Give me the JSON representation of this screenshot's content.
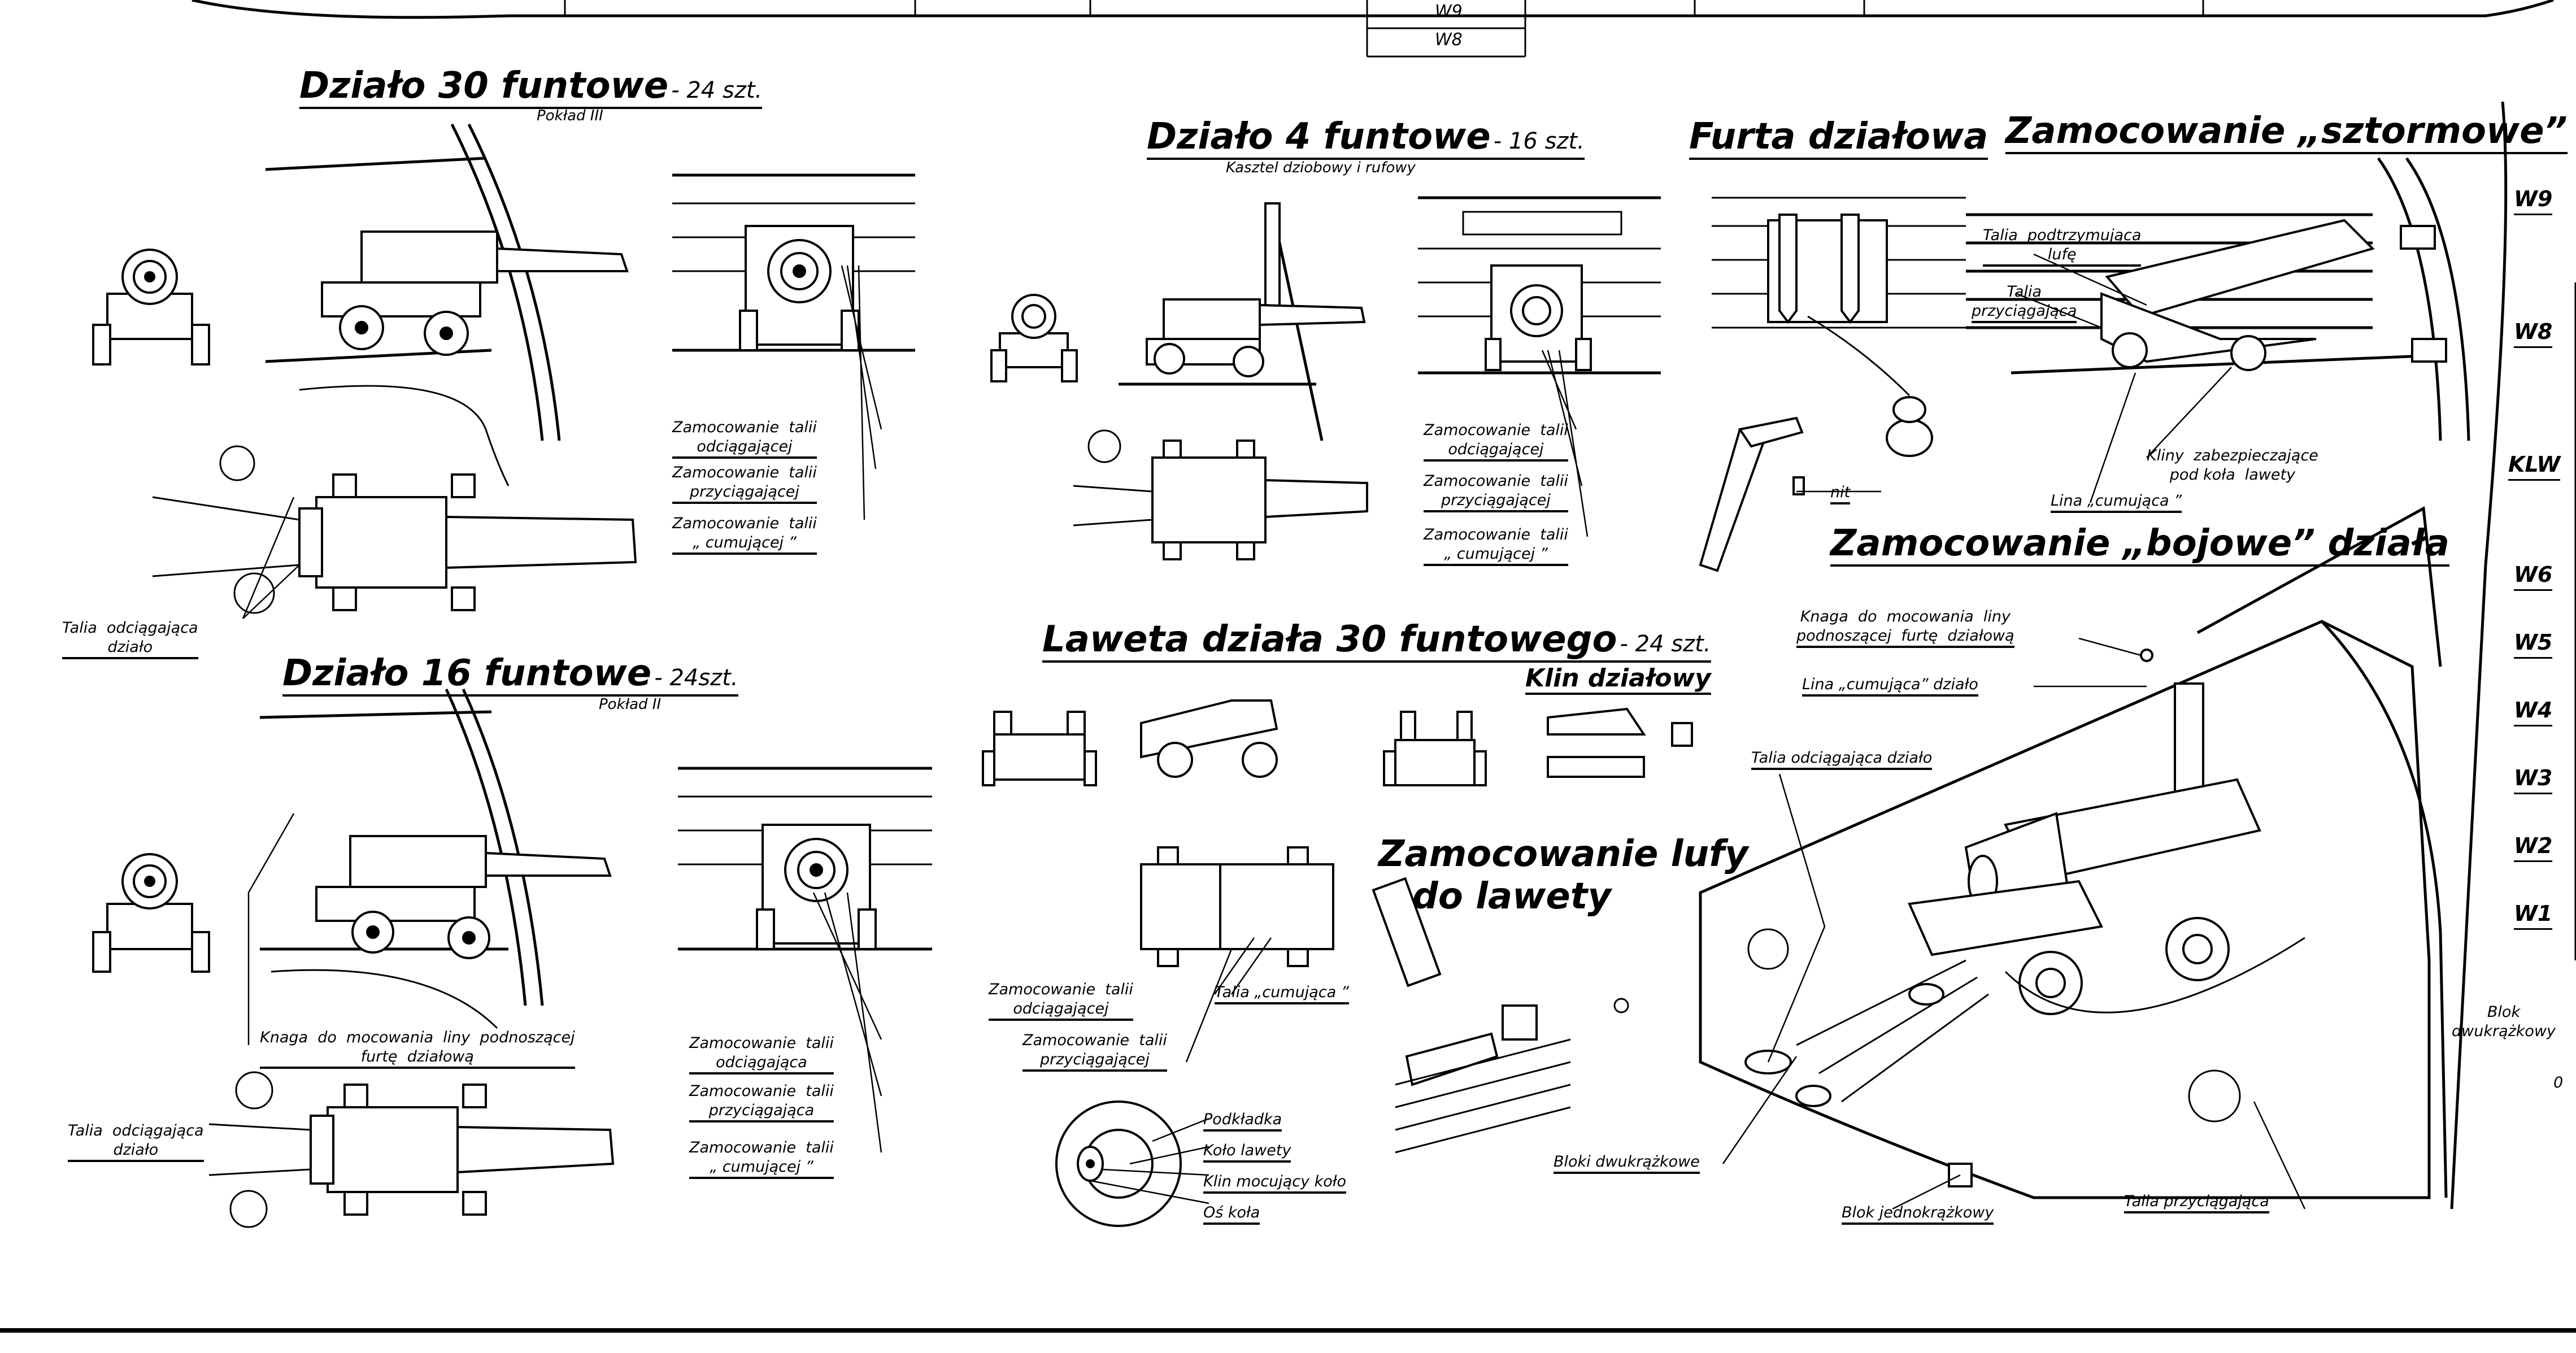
{
  "top_table": {
    "rows": [
      "W9",
      "W8"
    ]
  },
  "sections": {
    "gun30": {
      "title": "Działo  30 funtowe",
      "count": "- 24 szt.",
      "deck": "Pokład III"
    },
    "gun4": {
      "title": "Działo  4 funtowe",
      "count": "- 16 szt.",
      "deck": "Kasztel  dziobowy  i  rufowy"
    },
    "gun16": {
      "title": "Działo  16 funtowe",
      "count": "- 24szt.",
      "deck": "Pokład  II"
    },
    "gunport": {
      "title": "Furta  działowa"
    },
    "storm": {
      "title": "Zamocowanie „sztormowe”"
    },
    "battle": {
      "title": "Zamocowanie „bojowe” działa"
    },
    "carriage": {
      "title": "Laweta  działa  30 funtowego",
      "count": "- 24 szt."
    },
    "wedge": {
      "title": "Klin  działowy"
    },
    "barrel_mount": {
      "title_line1": "Zamocowanie  lufy",
      "title_line2": "do  lawety"
    }
  },
  "labels": {
    "tackle_pull_30": "Zamocowanie  talii\nodciągającej",
    "tackle_haul_30": "Zamocowanie  talii\nprzyciągającej",
    "tackle_brake_30": "Zamocowanie  talii\n„ cumującej ”",
    "tackle_gun_30": "Talia  odciągająca\ndziało",
    "tackle_pull_4": "Zamocowanie  talii\nodciągającej",
    "tackle_haul_4": "Zamocowanie  talii\nprzyciągającej",
    "tackle_brake_4": "Zamocowanie  talii\n„ cumującej ”",
    "cleat_16": "Knaga  do  mocowania  liny  podnoszącej\nfurtę  działową",
    "tackle_pull_16": "Zamocowanie  talii\nodciągająca",
    "tackle_haul_16": "Zamocowanie  talii\nprzyciągająca",
    "tackle_brake_16": "Zamocowanie  talii\n„ cumującej ”",
    "tackle_gun_16": "Talia  odciągająca\ndziało",
    "port_rivet": "nit",
    "storm_support": "Talia  podtrzymująca\nlufę",
    "storm_haul": "Talia\nprzyciągająca",
    "storm_wedges": "Kliny  zabezpieczające\npod koła  lawety",
    "storm_line": "Lina „cumująca ”",
    "battle_cleat": "Knaga  do  mocowania  liny\npodnoszącej  furtę  działową",
    "battle_line": "Lina „cumująca” działo",
    "battle_pull": "Talia  odciągająca  działo",
    "battle_blocks_double": "Bloki  dwukrążkowe",
    "battle_block_single": "Blok  jednokrążkowy",
    "battle_haul": "Talia  przyciągająca",
    "battle_block_double_r": "Blok\ndwukrążkowy",
    "car_pull": "Zamocowanie  talii\nodciągającej",
    "car_haul": "Zamocowanie  talii\nprzyciągającej",
    "car_brake": "Talia „cumująca ”",
    "washer": "Podkładka",
    "wheel": "Koło  lawety",
    "wheel_wedge": "Klin  mocujący  koło",
    "axle": "Oś  koła"
  },
  "waterlines": [
    "W9",
    "W8",
    "KLW",
    "W6",
    "W5",
    "W4",
    "W3",
    "W2",
    "W1"
  ],
  "scale_zero": "0"
}
